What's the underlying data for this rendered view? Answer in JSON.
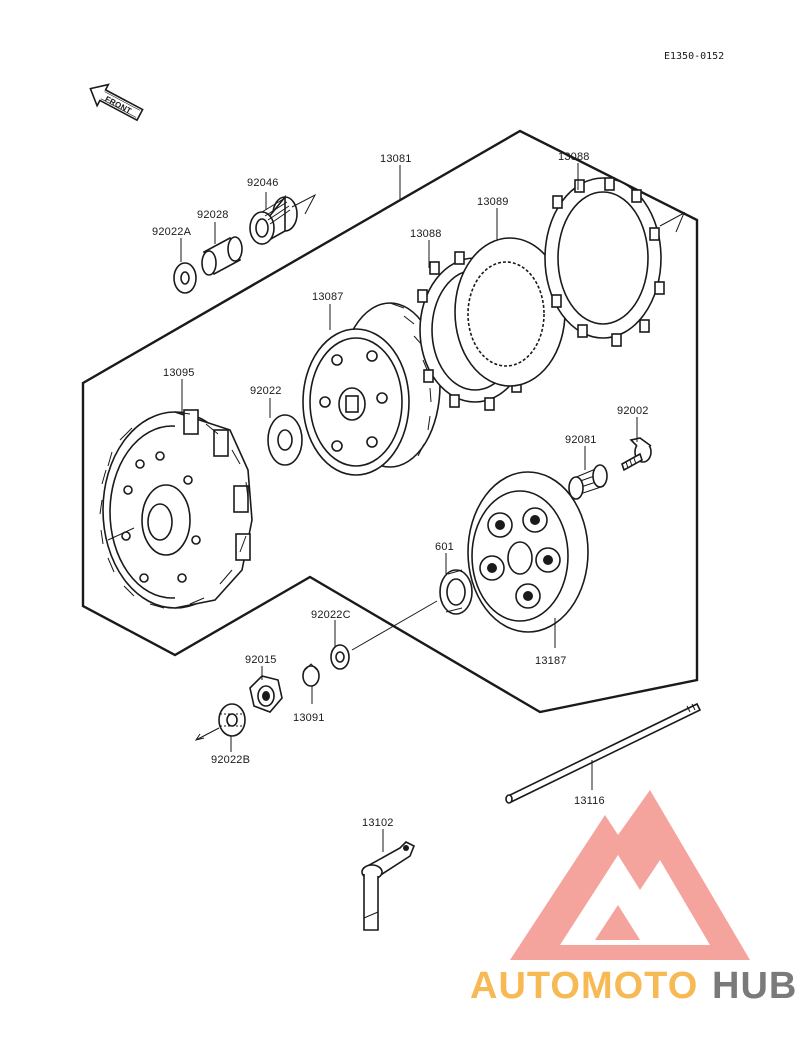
{
  "diagram": {
    "ref_code": "E1350-0152",
    "front_label": "FRONT",
    "parts": [
      {
        "id": "p13081",
        "label": "13081"
      },
      {
        "id": "p13088a",
        "label": "13088"
      },
      {
        "id": "p13089",
        "label": "13089"
      },
      {
        "id": "p13088b",
        "label": "13088"
      },
      {
        "id": "p92046",
        "label": "92046"
      },
      {
        "id": "p92028",
        "label": "92028"
      },
      {
        "id": "p92022a",
        "label": "92022A"
      },
      {
        "id": "p13087",
        "label": "13087"
      },
      {
        "id": "p13095",
        "label": "13095"
      },
      {
        "id": "p92022",
        "label": "92022"
      },
      {
        "id": "p92002",
        "label": "92002"
      },
      {
        "id": "p92081",
        "label": "92081"
      },
      {
        "id": "p601",
        "label": "601"
      },
      {
        "id": "p92022c",
        "label": "92022C"
      },
      {
        "id": "p92015",
        "label": "92015"
      },
      {
        "id": "p13091",
        "label": "13091"
      },
      {
        "id": "p92022b",
        "label": "92022B"
      },
      {
        "id": "p13187",
        "label": "13187"
      },
      {
        "id": "p13116",
        "label": "13116"
      },
      {
        "id": "p13102",
        "label": "13102"
      }
    ]
  },
  "watermark": {
    "part1": "AUTOMOTO",
    "part2": "HUB",
    "color_primary": "#f07060",
    "color_accent": "#f5a623",
    "color_dark": "#555555"
  }
}
